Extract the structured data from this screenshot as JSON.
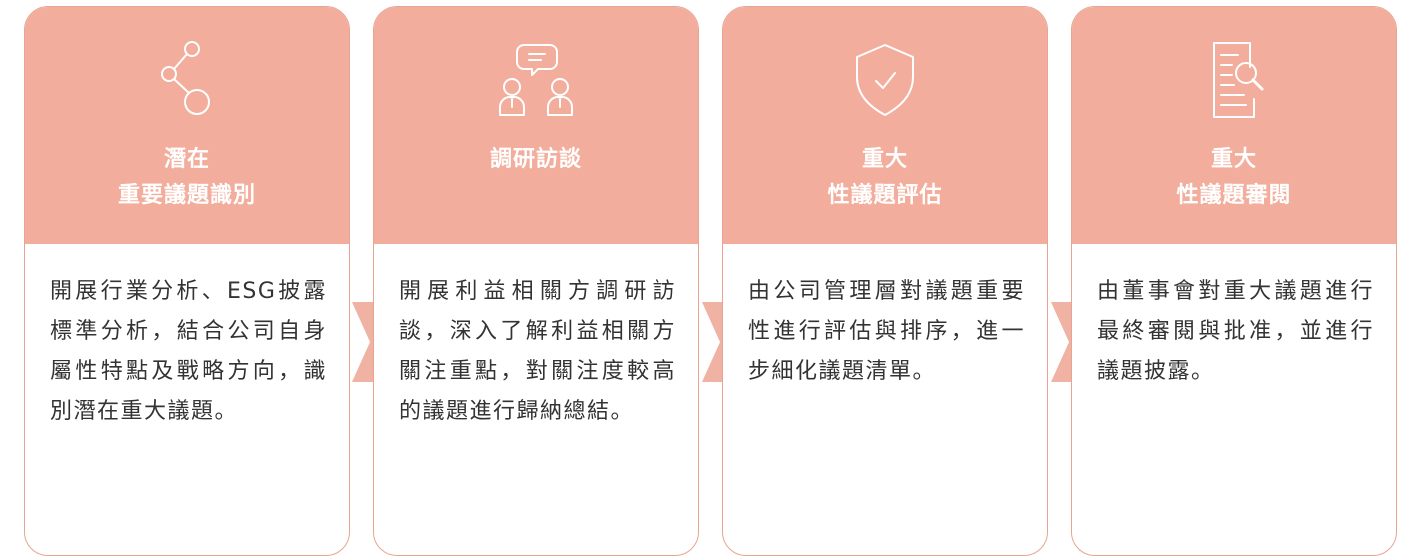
{
  "steps": [
    {
      "icon": "share-nodes-icon",
      "title_line1": "潛在",
      "title_line2": "重要議題識別",
      "description": "開展行業分析、ESG披露標準分析，結合公司自身屬性特點及戰略方向，識別潛在重大議題。"
    },
    {
      "icon": "interview-chat-icon",
      "title_line1": "調研訪談",
      "title_line2": "",
      "description": "開展利益相關方調研訪談，深入了解利益相關方關注重點，對關注度較高的議題進行歸納總結。"
    },
    {
      "icon": "shield-check-icon",
      "title_line1": "重大",
      "title_line2": "性議題評估",
      "description": "由公司管理層對議題重要性進行評估與排序，進一步細化議題清單。"
    },
    {
      "icon": "document-search-icon",
      "title_line1": "重大",
      "title_line2": "性議題審閱",
      "description": "由董事會對重大議題進行最終審閱與批准，並進行議題披露。"
    }
  ],
  "colors": {
    "header": "#f2ad9c",
    "border": "#e8a493",
    "arrow": "#f0b3a3",
    "text": "#333333"
  }
}
